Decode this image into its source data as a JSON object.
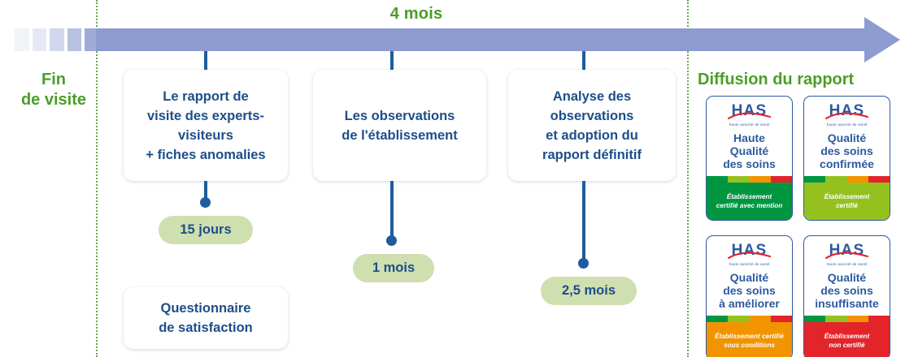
{
  "timeline": {
    "duration_label": "4 mois",
    "start_label": "Fin\nde visite",
    "start_label_line1": "Fin",
    "start_label_line2": "de visite",
    "end_label": "Diffusion du rapport",
    "accent_green": "#4a9e26",
    "bar_color": "#8d9bd0",
    "tick_color": "#1f5c9e",
    "dotted_color": "#6aa84f"
  },
  "steps": [
    {
      "id": "rapport",
      "card_lines": [
        "Le rapport de",
        "visite des experts-",
        "visiteurs",
        "+ fiches anomalies"
      ],
      "badge": "15 jours"
    },
    {
      "id": "observations",
      "card_lines": [
        "Les observations",
        "de l'établissement"
      ],
      "badge": "1 mois"
    },
    {
      "id": "analyse",
      "card_lines": [
        "Analyse des",
        "observations",
        "et adoption du",
        "rapport définitif"
      ],
      "badge": "2,5 mois"
    }
  ],
  "extra_card": {
    "lines": [
      "Questionnaire",
      "de satisfaction"
    ]
  },
  "has_logo": {
    "wordmark": "HAS",
    "tagline": "haute autorité de santé",
    "swoosh_color": "#e3242b",
    "text_color": "#2c5aa0"
  },
  "certification_badges": [
    {
      "title_lines": [
        "Haute",
        "Qualité",
        "des soins"
      ],
      "footer_lines": [
        "Établissement",
        "certifié avec mention"
      ],
      "footer_color": "#009640",
      "strip_colors": [
        "#009640",
        "#95c11f",
        "#f29400",
        "#e3242b"
      ]
    },
    {
      "title_lines": [
        "Qualité",
        "des soins",
        "confirmée"
      ],
      "footer_lines": [
        "Établissement",
        "certifié"
      ],
      "footer_color": "#95c11f",
      "strip_colors": [
        "#009640",
        "#95c11f",
        "#f29400",
        "#e3242b"
      ]
    },
    {
      "title_lines": [
        "Qualité",
        "des soins",
        "à améliorer"
      ],
      "footer_lines": [
        "Établissement certifié",
        "sous conditions"
      ],
      "footer_color": "#f29400",
      "strip_colors": [
        "#009640",
        "#95c11f",
        "#f29400",
        "#e3242b"
      ]
    },
    {
      "title_lines": [
        "Qualité",
        "des soins",
        "insuffisante"
      ],
      "footer_lines": [
        "Établissement",
        "non certifié"
      ],
      "footer_color": "#e3242b",
      "strip_colors": [
        "#009640",
        "#95c11f",
        "#f29400",
        "#e3242b"
      ]
    }
  ]
}
